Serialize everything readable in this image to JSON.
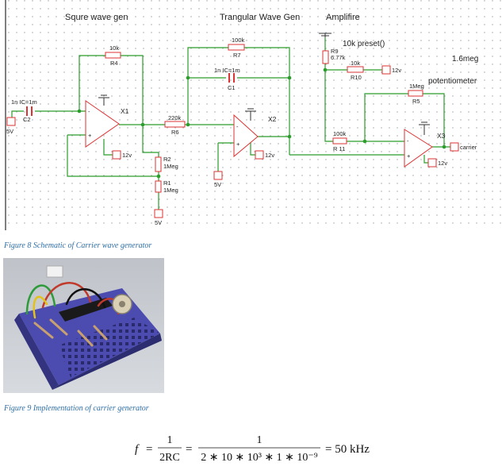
{
  "schematic": {
    "section_titles": [
      "Squre wave gen",
      "Trangular Wave Gen",
      "Amplifire"
    ],
    "notes": [
      "10k preset()",
      "1.6meg",
      "potentiometer"
    ],
    "components": {
      "c2": [
        "1n IC=1m",
        "C2"
      ],
      "r4": [
        "10k",
        "R4"
      ],
      "r7": [
        "100k",
        "R7"
      ],
      "c1": [
        "1n IC=1m",
        "C1"
      ],
      "r6": [
        "220k",
        "R6"
      ],
      "r9": [
        "R9",
        "6.77k"
      ],
      "r10": [
        "10k",
        "R10"
      ],
      "r5": [
        "1Meg",
        "R5"
      ],
      "r11": [
        "100k",
        "R 11"
      ],
      "r2": [
        "R2",
        "1Meg"
      ],
      "r1": [
        "R1",
        "1Meg"
      ]
    },
    "opamps": [
      "X1",
      "X2",
      "X3"
    ],
    "sources": [
      "5V",
      "12v",
      "5V",
      "12v",
      "5V",
      "12v",
      "12v"
    ],
    "output_label": "carrier",
    "pin_minus": "-",
    "pin_plus": "+"
  },
  "captions": {
    "fig8": "Figure 8 Schematic of Carrier wave generator",
    "fig9": "Figure 9 Implementation of carrier generator"
  },
  "equation": {
    "lhs": "f",
    "eq": "=",
    "num1": "1",
    "den1": "2RC",
    "num2": "1",
    "den2": "2 ∗ 10 ∗ 10³ ∗ 1 ∗ 10⁻⁹",
    "result": "= 50 kHz"
  }
}
